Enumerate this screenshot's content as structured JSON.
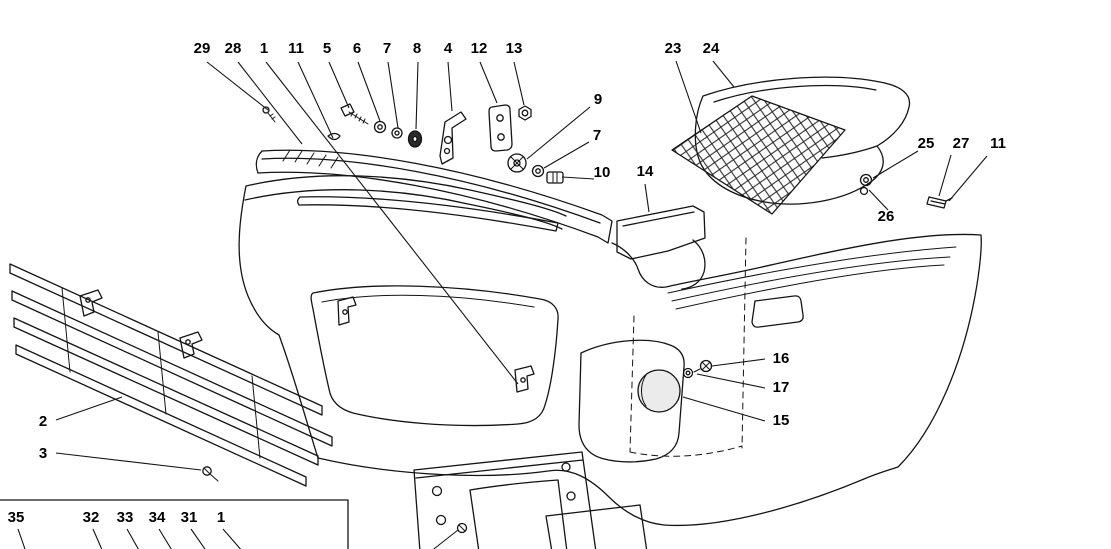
{
  "diagram": {
    "kind": "exploded-parts-diagram",
    "ink_color": "#141414",
    "background_color": "#ffffff",
    "part_labels": [
      "29",
      "28",
      "1",
      "11",
      "5",
      "6",
      "7",
      "8",
      "4",
      "12",
      "13",
      "9",
      "7",
      "10",
      "14",
      "23",
      "24",
      "25",
      "27",
      "11",
      "26",
      "16",
      "17",
      "15",
      "2",
      "3",
      "35",
      "32",
      "33",
      "34",
      "31",
      "1"
    ]
  }
}
